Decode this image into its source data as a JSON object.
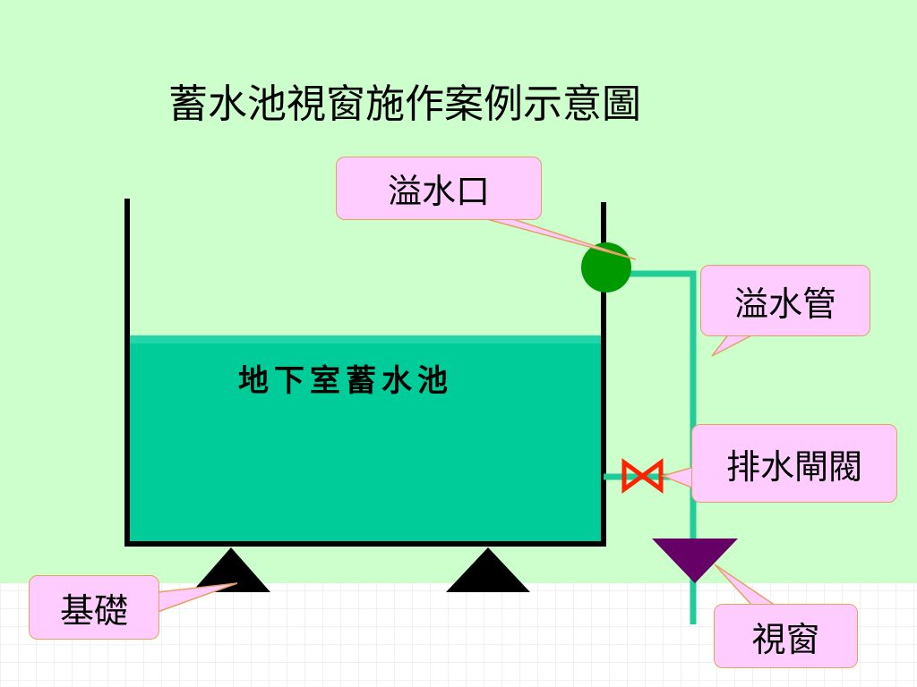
{
  "title": "蓄水池視窗施作案例示意圖",
  "tank": {
    "label": "地下室蓄水池"
  },
  "callouts": {
    "overflow_port": "溢水口",
    "overflow_pipe": "溢水管",
    "drain_valve": "排水閘閥",
    "sight_window": "視窗",
    "foundation": "基礎"
  },
  "colors": {
    "background": "#ccffcc",
    "ground_grid_background": "#ffffff",
    "ground_grid_lines": "#dde6ee",
    "water": "#00cc99",
    "water_surface": "#22d6aa",
    "pipe": "#22cc99",
    "overflow_port": "#009900",
    "valve": "#ff2200",
    "sight_window": "#660066",
    "callout_fill": "#ffccff",
    "callout_border": "#e8a060",
    "outline": "#000000"
  }
}
